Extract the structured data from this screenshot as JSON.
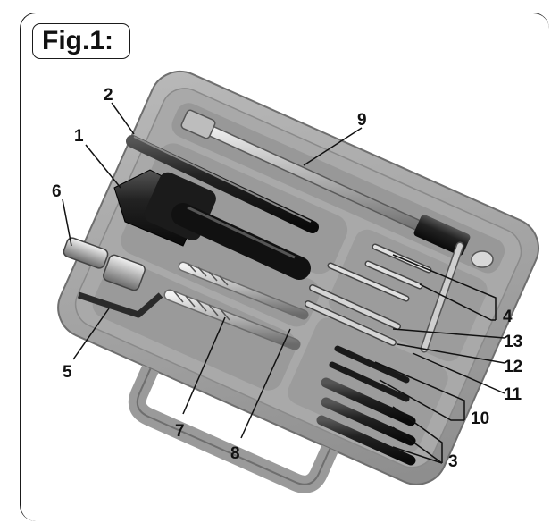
{
  "figure": {
    "title": "Fig.1:"
  },
  "callouts": [
    "1",
    "2",
    "3",
    "4",
    "5",
    "6",
    "7",
    "8",
    "9",
    "10",
    "11",
    "12",
    "13"
  ]
}
